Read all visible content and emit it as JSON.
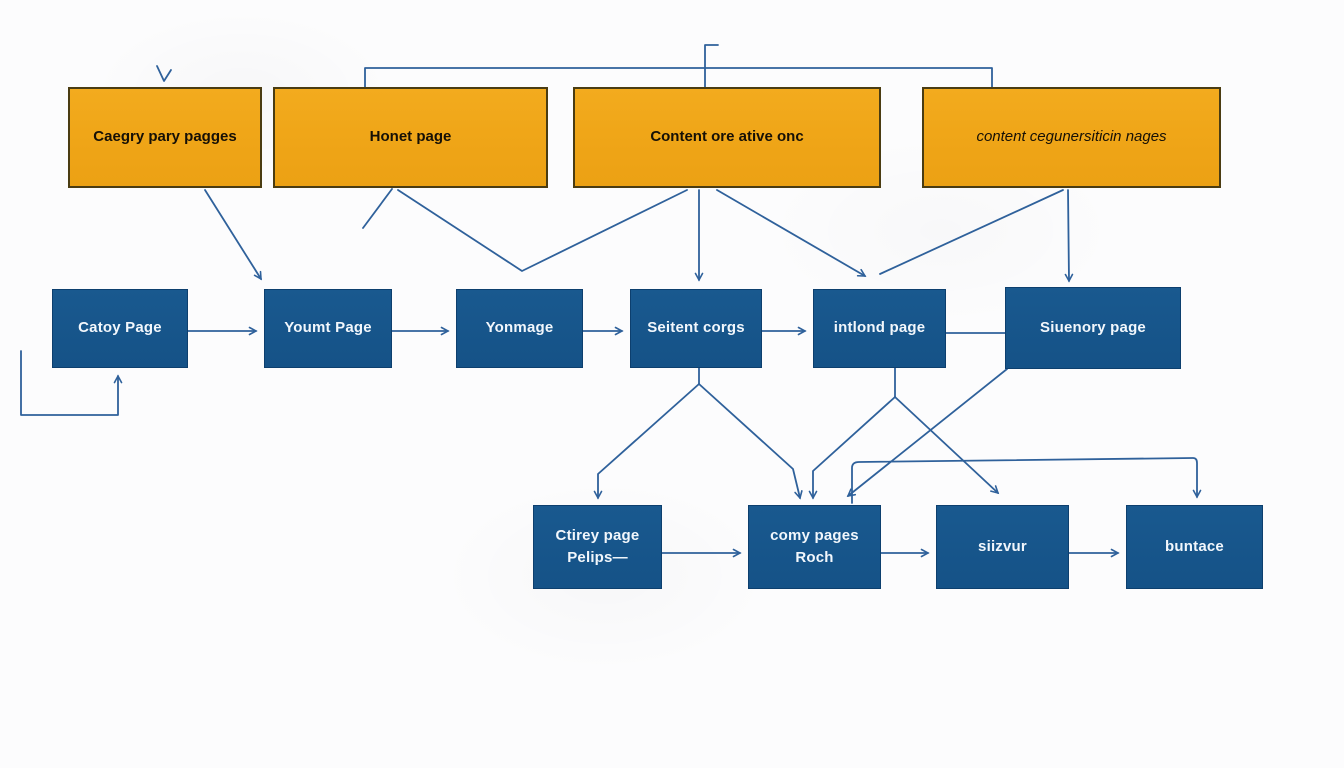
{
  "diagram_type": "flowchart",
  "colors": {
    "top_node_fill": "#EFA517",
    "top_node_border": "#4A3C12",
    "node_fill": "#155287",
    "node_border": "#0D3F6E",
    "node_text": "#F2F7FC",
    "top_node_text": "#161006",
    "connector": "#2F619B",
    "background": "#FCFCFD"
  },
  "nodes": {
    "top": [
      {
        "label": "Caegry pary pagges"
      },
      {
        "label": "Honet page"
      },
      {
        "label": "Content ore ative onc"
      },
      {
        "label": "content cegunersiticin nages"
      }
    ],
    "middle": [
      {
        "label": "Catoy Page"
      },
      {
        "label": "Youmt Page"
      },
      {
        "label": "Yonmage"
      },
      {
        "label": "Seitent corgs"
      },
      {
        "label": "intlond page"
      },
      {
        "label": "Siuenory page"
      }
    ],
    "bottom": [
      {
        "label": "Ctirey page\nPelips—"
      },
      {
        "label": "comy pages\nRoch"
      },
      {
        "label": "siizvur"
      },
      {
        "label": "buntace"
      }
    ]
  },
  "connections": {
    "top_bracket": "Honet page — Content ore ative onc — content cegunersiticin nages (bracket above row)",
    "edges": [
      "Caegry pary pagges -> Youmt Page",
      "Honet page <-> Content ore ative onc (V link)",
      "Content ore ative onc -> Seitent corgs",
      "Content ore ative onc -> intlond page",
      "content cegunersiticin nages -> intlond page",
      "content cegunersiticin nages -> Siuenory page",
      "Catoy Page -> Youmt Page",
      "Youmt Page -> Yonmage",
      "Yonmage -> Seitent corgs",
      "Seitent corgs -> intlond page",
      "intlond page — Siuenory page",
      "loop -> Catoy Page (from below left)",
      "Seitent corgs -> Ctirey page Pelips",
      "Seitent corgs -> comy pages Roch",
      "intlond page -> comy pages Roch",
      "intlond page -> siizvur",
      "Siuenory page -> comy pages Roch",
      "comy pages Roch -> buntace (elbow)",
      "Ctirey page Pelips -> comy pages Roch",
      "comy pages Roch -> siizvur",
      "siizvur -> buntace"
    ]
  }
}
